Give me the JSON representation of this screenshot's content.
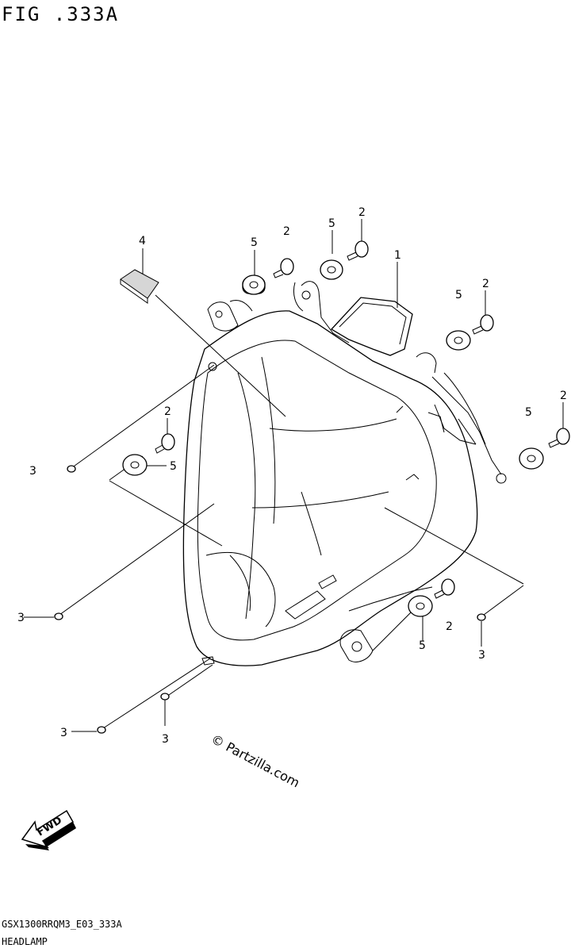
{
  "figure": {
    "title": "FIG .333A",
    "code": "GSX1300RRQM3_E03_333A",
    "caption": "HEADLAMP"
  },
  "callouts": [
    "1",
    "2",
    "3",
    "4",
    "5"
  ],
  "watermark": "© Partzilla.com",
  "fwd_label": "FWD"
}
